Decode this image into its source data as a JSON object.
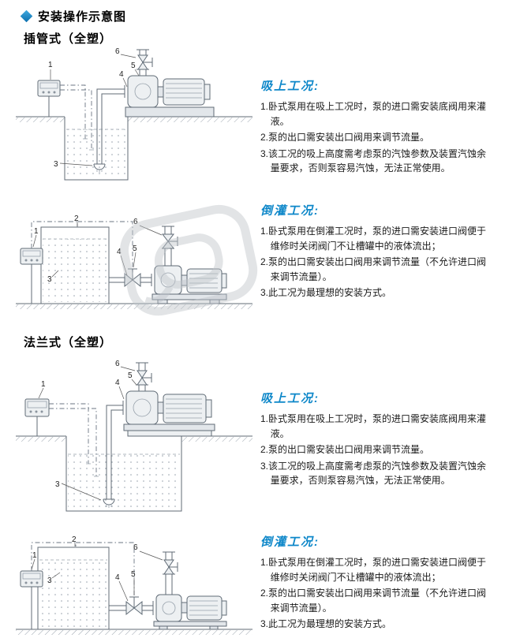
{
  "page": {
    "title": "安装操作示意图"
  },
  "sections": [
    {
      "title": "插管式（全塑）",
      "figures": [
        {
          "labels": {
            "n1": "1",
            "n3": "3",
            "n4": "4",
            "n5": "5",
            "n6": "6"
          },
          "condition": {
            "heading": "吸上工况:",
            "items": [
              "1.卧式泵用在吸上工况时，泵的进口需安装底阀用来灌液。",
              "2.泵的出口需安装出口阀用来调节流量。",
              "3.该工况的吸上高度需考虑泵的汽蚀参数及装置汽蚀余量要求，否则泵容易汽蚀，无法正常使用。"
            ]
          }
        },
        {
          "labels": {
            "n1": "1",
            "n2": "2",
            "n3": "3",
            "n4": "4",
            "n5": "5",
            "n6": "6"
          },
          "condition": {
            "heading": "倒灌工况:",
            "items": [
              "1.卧式泵用在倒灌工况时，泵的进口需安装进口阀便于维修时关闭阀门不让槽罐中的液体流出；",
              "2.泵的出口需安装出口阀用来调节流量（不允许进口阀来调节流量）。",
              "3.此工况为最理想的安装方式。"
            ]
          }
        }
      ]
    },
    {
      "title": "法兰式（全塑）",
      "figures": [
        {
          "labels": {
            "n1": "1",
            "n3": "3",
            "n4": "4",
            "n5": "5",
            "n6": "6"
          },
          "condition": {
            "heading": "吸上工况:",
            "items": [
              "1.卧式泵用在吸上工况时，泵的进口需安装底阀用来灌液。",
              "2.泵的出口需安装出口阀用来调节流量。",
              "3.该工况的吸上高度需考虑泵的汽蚀参数及装置汽蚀余量要求，否则泵容易汽蚀，无法正常使用。"
            ]
          }
        },
        {
          "labels": {
            "n1": "1",
            "n2": "2",
            "n3": "3",
            "n4": "4",
            "n5": "5",
            "n6": "6"
          },
          "condition": {
            "heading": "倒灌工况:",
            "items": [
              "1.卧式泵用在倒灌工况时，泵的进口需安装进口阀便于维修时关闭阀门不让槽罐中的液体流出；",
              "2.泵的出口需安装出口阀用来调节流量（不允许进口阀来调节流量）。",
              "3.此工况为最理想的安装方式。"
            ]
          }
        }
      ]
    }
  ]
}
